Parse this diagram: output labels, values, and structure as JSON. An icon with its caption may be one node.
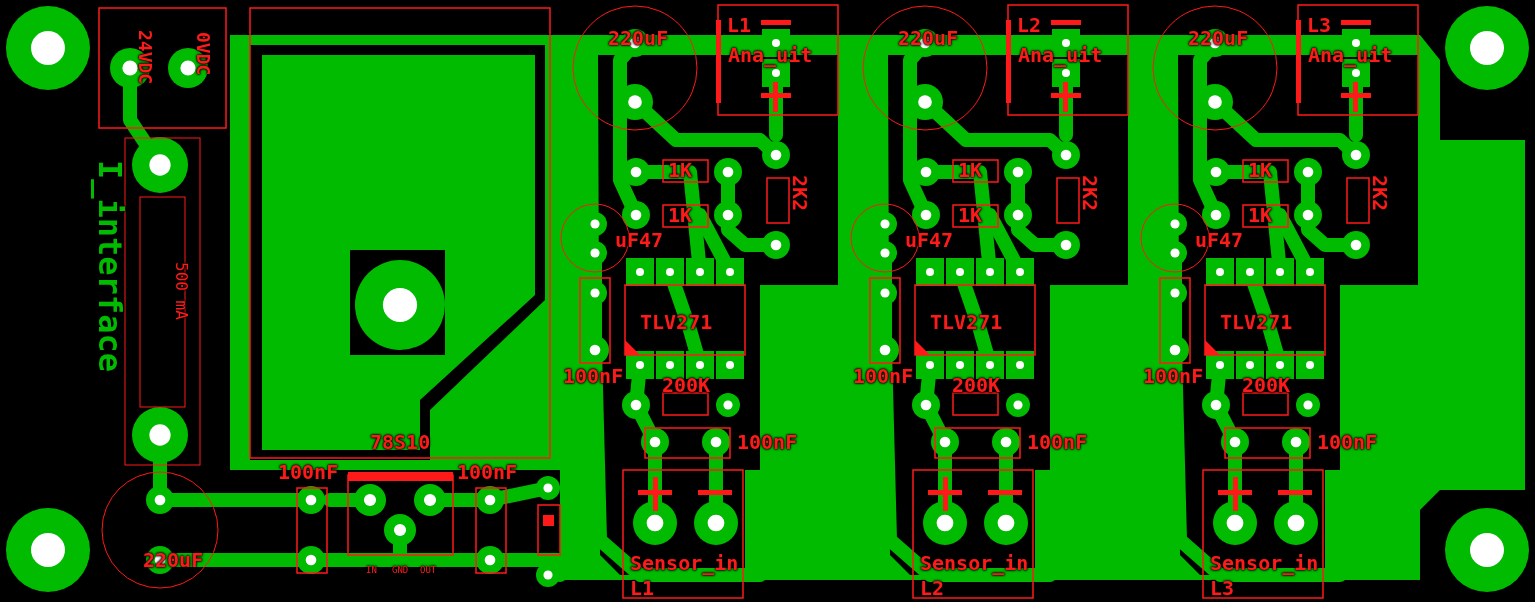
{
  "diagram": {
    "labels": [
      "24VDC",
      "0VDC",
      "I_interface",
      "500 mA",
      "78S10",
      "100nF",
      "100nF",
      "220uF",
      "IN",
      "GND",
      "OUT",
      "220uF",
      "L1",
      "Ana_uit",
      "1K",
      "1K",
      "2K2",
      "uF47",
      "TLV271",
      "100nF",
      "200K",
      "100nF",
      "Sensor_in",
      "L1",
      "220uF",
      "L2",
      "Ana_uit",
      "1K",
      "1K",
      "2K2",
      "uF47",
      "TLV271",
      "100nF",
      "200K",
      "100nF",
      "Sensor_in",
      "L2",
      "220uF",
      "L3",
      "Ana_uit",
      "1K",
      "1K",
      "2K2",
      "uF47",
      "TLV271",
      "100nF",
      "200K",
      "100nF",
      "Sensor_in",
      "L3"
    ]
  }
}
